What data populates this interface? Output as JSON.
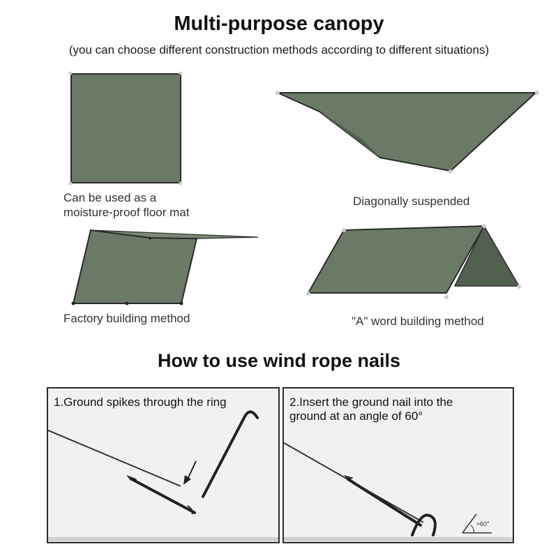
{
  "header": {
    "title": "Multi-purpose canopy",
    "subtitle": "(you can choose different construction methods according to different situations)"
  },
  "methods": [
    {
      "caption_line1": "Can be used as a",
      "caption_line2": "moisture-proof floor mat"
    },
    {
      "caption": "Diagonally suspended"
    },
    {
      "caption": "Factory building method"
    },
    {
      "caption": "\"A\" word building method"
    }
  ],
  "instructions": {
    "title": "How to use wind rope nails",
    "steps": [
      {
        "text": "1.Ground spikes through the ring"
      },
      {
        "text_line1": "2.Insert the ground nail into the",
        "text_line2": "ground at an angle of 60°"
      }
    ],
    "angle_label": "≈60°"
  },
  "colors": {
    "canopy": "#6b7a67",
    "canopy_dark": "#5c6b59",
    "outline": "#2a2a2a",
    "panel_bg": "#f1f1f1"
  }
}
